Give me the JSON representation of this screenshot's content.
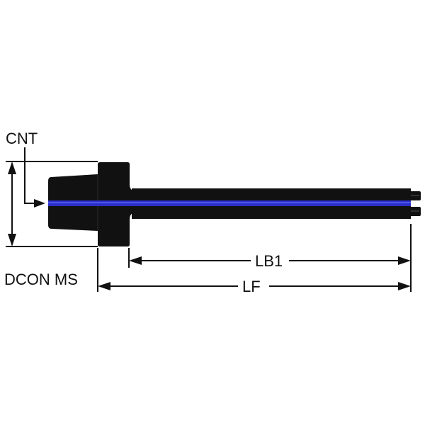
{
  "labels": {
    "cnt": "CNT",
    "dcon_ms": "DCON MS",
    "lb1": "LB1",
    "lf": "LF"
  },
  "colors": {
    "body": "#111111",
    "coolant_channel": "#2a2fc8",
    "dimension_line": "#111111",
    "background": "#ffffff"
  }
}
